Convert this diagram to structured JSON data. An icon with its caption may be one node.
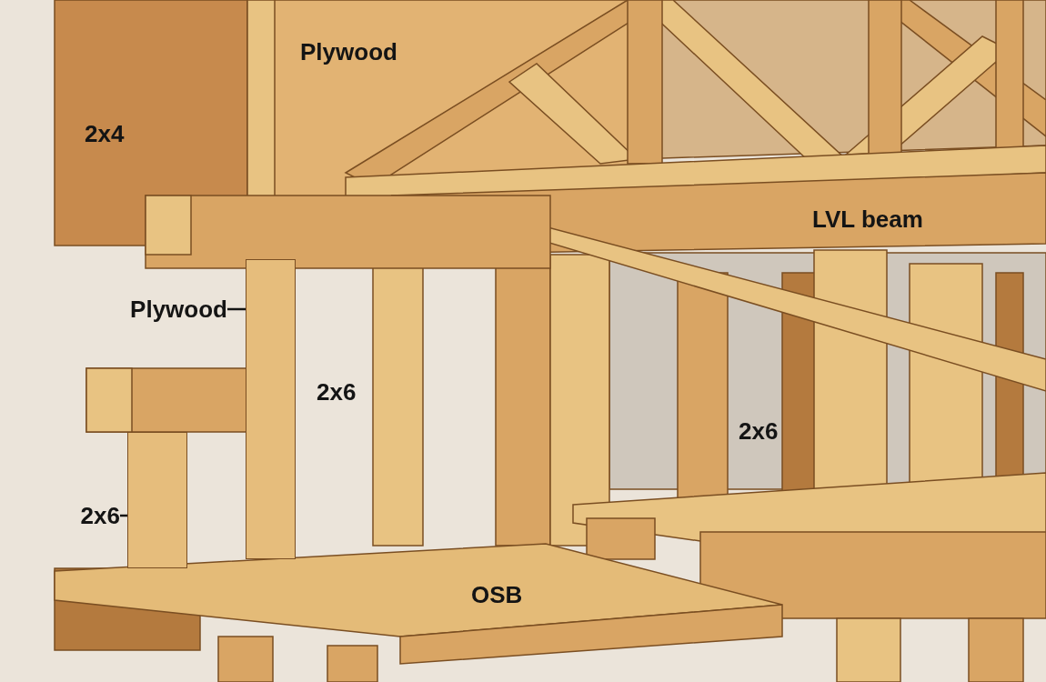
{
  "diagram": {
    "nodes": [
      {
        "text": [
          "Plywood"
        ]
      },
      {
        "text": [],
        "shape": "box"
      },
      {
        "text": [
          "2x6"
        ]
      },
      {
        "text": [],
        "shape": "box"
      }
    ],
    "edges": [
      {
        "from": 0,
        "to": 1,
        "arrow": "none"
      },
      {
        "from": 2,
        "to": 3,
        "arrow": "none"
      }
    ],
    "labels": [
      "Plywood",
      "2x4",
      "LVL beam",
      "2x6",
      "2x6",
      "OSB"
    ]
  }
}
